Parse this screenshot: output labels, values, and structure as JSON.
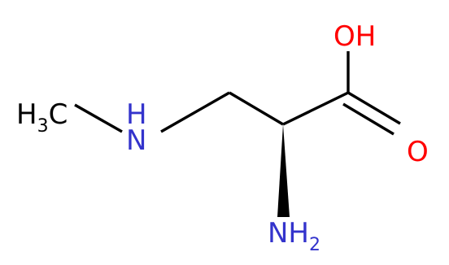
{
  "molecule": {
    "atoms": {
      "methyl": {
        "main": "H",
        "sub": "3",
        "tail": "C",
        "color": "#000000"
      },
      "amine_n": {
        "text": "N",
        "color": "#3333cc"
      },
      "amine_h": {
        "text": "H",
        "color": "#3333cc"
      },
      "amino": {
        "main": "NH",
        "sub": "2",
        "color": "#3333cc"
      },
      "hydroxyl": {
        "text": "OH",
        "color": "#ff0000"
      },
      "carbonyl_o": {
        "text": "O",
        "color": "#ff0000"
      }
    },
    "bond_color": "#000000"
  }
}
